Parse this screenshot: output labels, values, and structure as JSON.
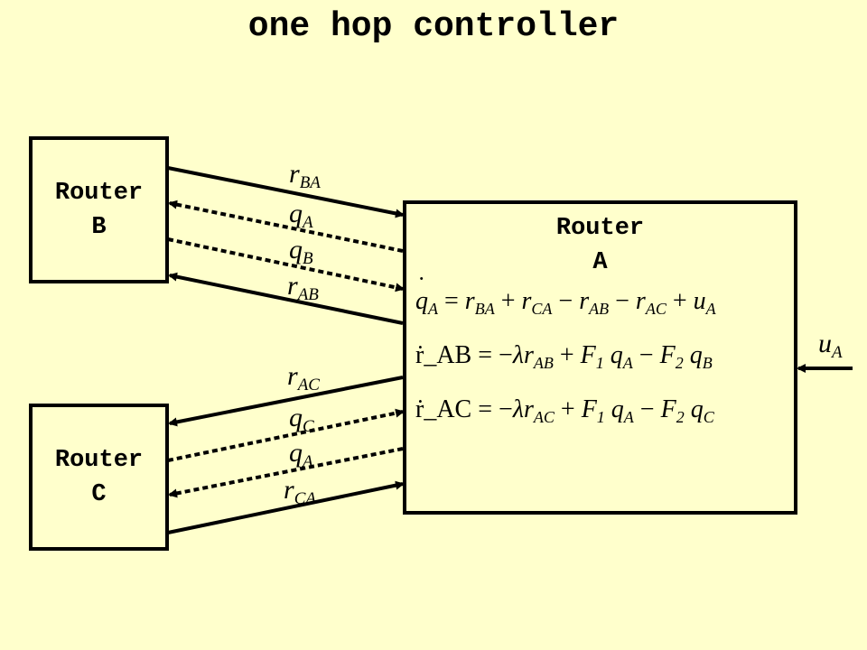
{
  "title": "one hop controller",
  "routers": {
    "b": {
      "line1": "Router",
      "line2": "B"
    },
    "c": {
      "line1": "Router",
      "line2": "C"
    },
    "a": {
      "line1": "Router",
      "line2": "A"
    }
  },
  "links": {
    "r_ba": {
      "sym": "r",
      "sub": "BA"
    },
    "q_a_top": {
      "sym": "q",
      "sub": "A"
    },
    "q_b": {
      "sym": "q",
      "sub": "B"
    },
    "r_ab": {
      "sym": "r",
      "sub": "AB"
    },
    "r_ac": {
      "sym": "r",
      "sub": "AC"
    },
    "q_c": {
      "sym": "q",
      "sub": "C"
    },
    "q_a_bottom": {
      "sym": "q",
      "sub": "A"
    },
    "r_ca": {
      "sym": "r",
      "sub": "CA"
    },
    "u_a": {
      "sym": "u",
      "sub": "A"
    }
  },
  "equations": [
    {
      "text": "q̇_A = r_BA + r_CA − r_AB − r_AC + u_A"
    },
    {
      "text": "ṙ_AB = −λr_AB + F_1 q_A − F_2 q_B"
    },
    {
      "text": "ṙ_AC = −λr_AC + F_1 q_A − F_2 q_C"
    }
  ]
}
